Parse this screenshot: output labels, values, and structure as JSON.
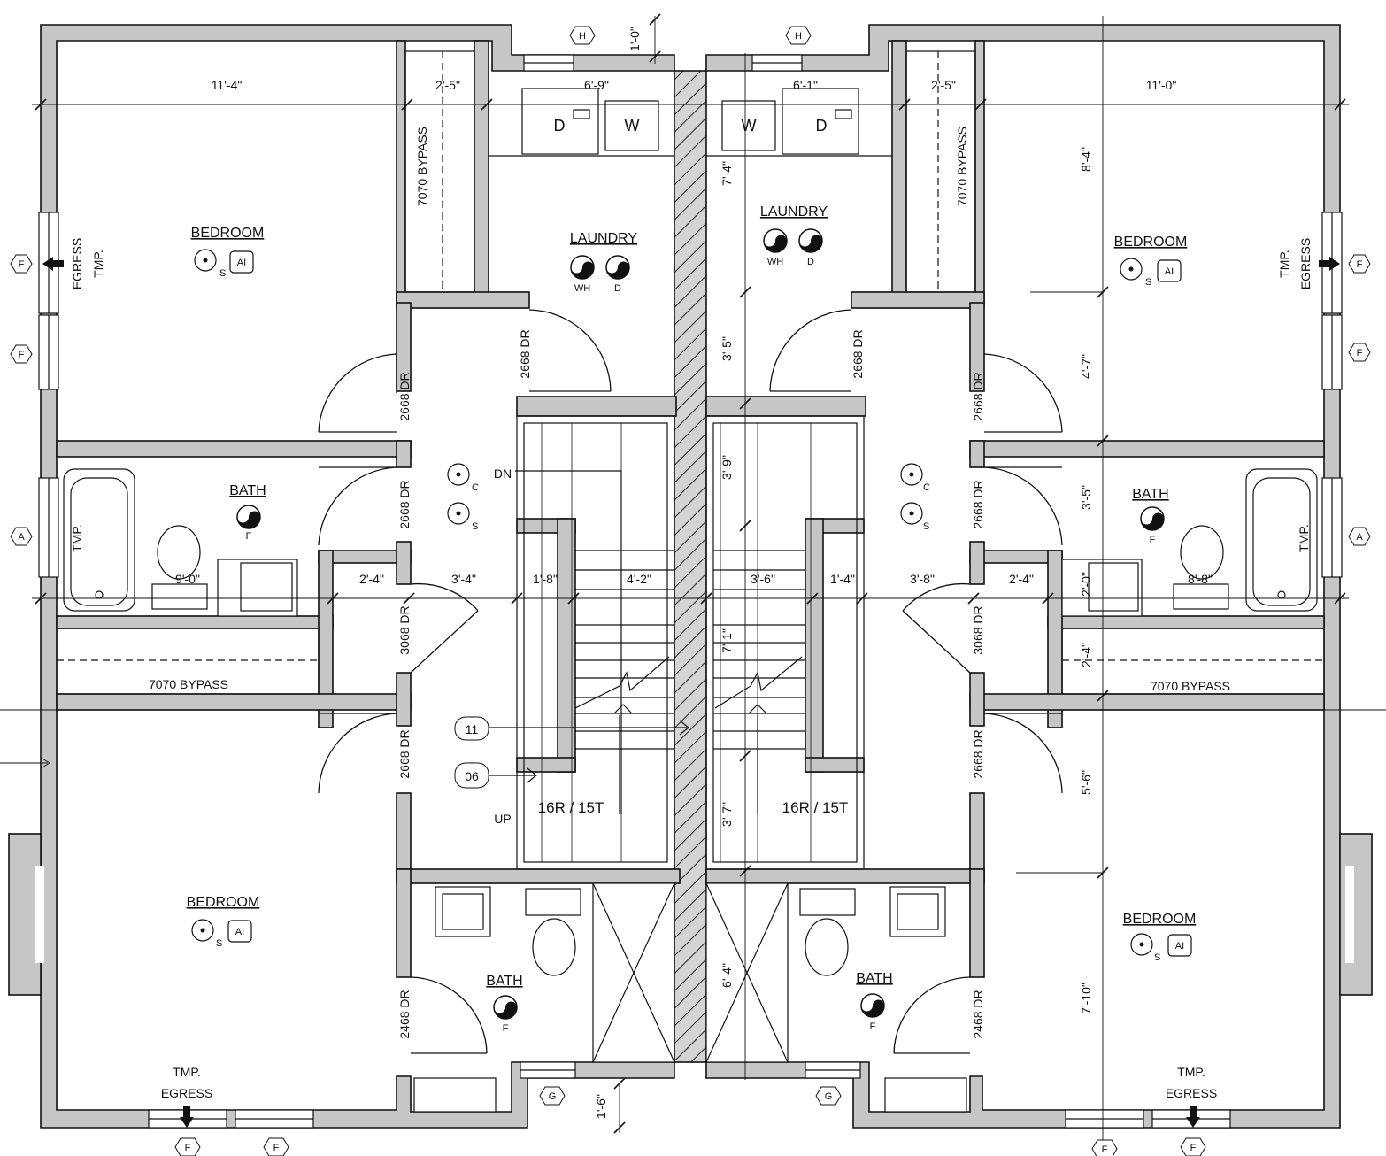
{
  "rooms": {
    "bedroom": "BEDROOM",
    "bath": "BATH",
    "laundry": "LAUNDRY"
  },
  "tags": {
    "F": "F",
    "A": "A",
    "H": "H",
    "G": "G",
    "ai": "AI",
    "s": "S",
    "c": "C",
    "wh": "WH",
    "d": "D",
    "w": "W",
    "step_11": "11",
    "step_06": "06"
  },
  "notes": {
    "tmp": "TMP.",
    "egress": "EGRESS",
    "bypass": "7070 BYPASS",
    "dr2668": "2668 DR",
    "dr3068": "3068 DR",
    "dr2468": "2468 DR",
    "dn": "DN",
    "up": "UP",
    "stairs": "16R / 15T"
  },
  "dims": {
    "d_11_4": "11'-4\"",
    "d_2_5": "2'-5\"",
    "d_6_9": "6'-9\"",
    "d_6_1": "6'-1\"",
    "d_11_0": "11'-0\"",
    "d_1_0": "1'-0\"",
    "d_7_4": "7'-4\"",
    "d_8_4": "8'-4\"",
    "d_3_5": "3'-5\"",
    "d_4_7": "4'-7\"",
    "d_3_9": "3'-9\"",
    "d_9_0": "9'-0\"",
    "d_2_4": "2'-4\"",
    "d_3_4": "3'-4\"",
    "d_1_8": "1'-8\"",
    "d_4_2": "4'-2\"",
    "d_3_6": "3'-6\"",
    "d_1_4": "1'-4\"",
    "d_3_8": "3'-8\"",
    "d_2_0": "2'-0\"",
    "d_8_8": "8'-8\"",
    "d_7_1": "7'-1\"",
    "d_5_6": "5'-6\"",
    "d_3_7": "3'-7\"",
    "d_6_4": "6'-4\"",
    "d_7_10": "7'-10\"",
    "d_1_6": "1'-6\""
  }
}
